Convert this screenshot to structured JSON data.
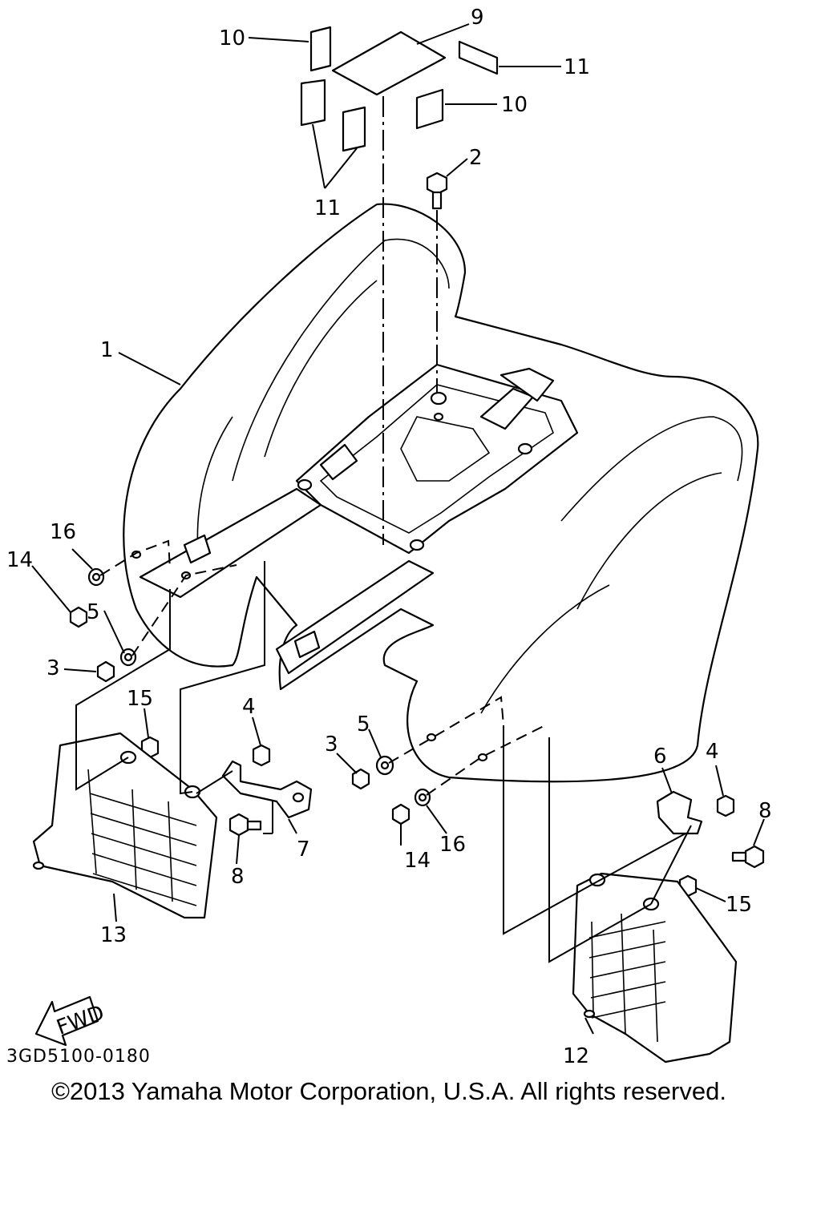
{
  "diagram": {
    "callouts": {
      "c1": "1",
      "c2": "2",
      "c3a": "3",
      "c3b": "3",
      "c4a": "4",
      "c4b": "4",
      "c5a": "5",
      "c5b": "5",
      "c6": "6",
      "c7": "7",
      "c8a": "8",
      "c8b": "8",
      "c9": "9",
      "c10a": "10",
      "c10b": "10",
      "c11a": "11",
      "c11b": "11",
      "c12": "12",
      "c13": "13",
      "c14a": "14",
      "c14b": "14",
      "c15a": "15",
      "c15b": "15",
      "c16a": "16",
      "c16b": "16"
    },
    "fwd_label": "FWD",
    "drawing_code": "3GD5100-0180",
    "copyright": "©2013 Yamaha Motor Corporation, U.S.A. All rights reserved."
  }
}
